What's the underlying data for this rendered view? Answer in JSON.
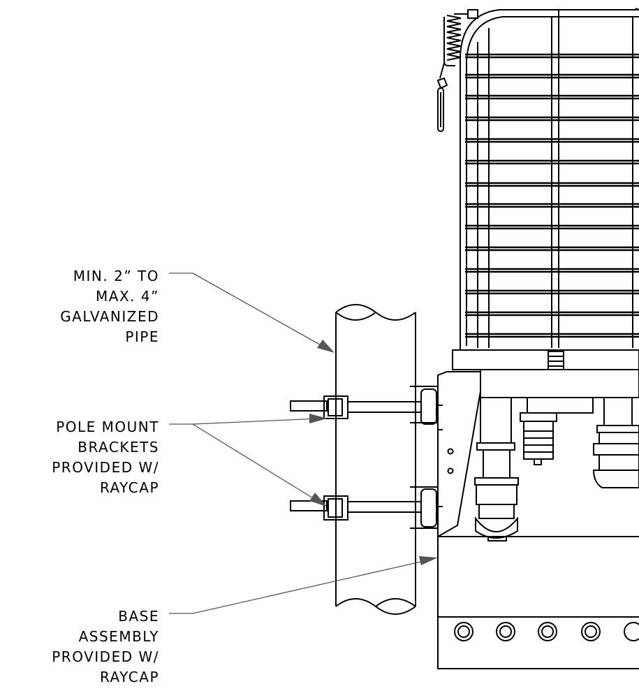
{
  "callouts": {
    "pipe": {
      "lines": [
        "MIN. 2” TO",
        "MAX. 4”",
        "GALVANIZED",
        "PIPE"
      ]
    },
    "brackets": {
      "lines": [
        "POLE MOUNT",
        "BRACKETS",
        "PROVIDED W/",
        "RAYCAP"
      ]
    },
    "base": {
      "lines": [
        "BASE",
        "ASSEMBLY",
        "PROVIDED W/",
        "RAYCAP"
      ]
    }
  },
  "colors": {
    "line": "#000000",
    "background": "#ffffff",
    "leader": "#555555"
  }
}
